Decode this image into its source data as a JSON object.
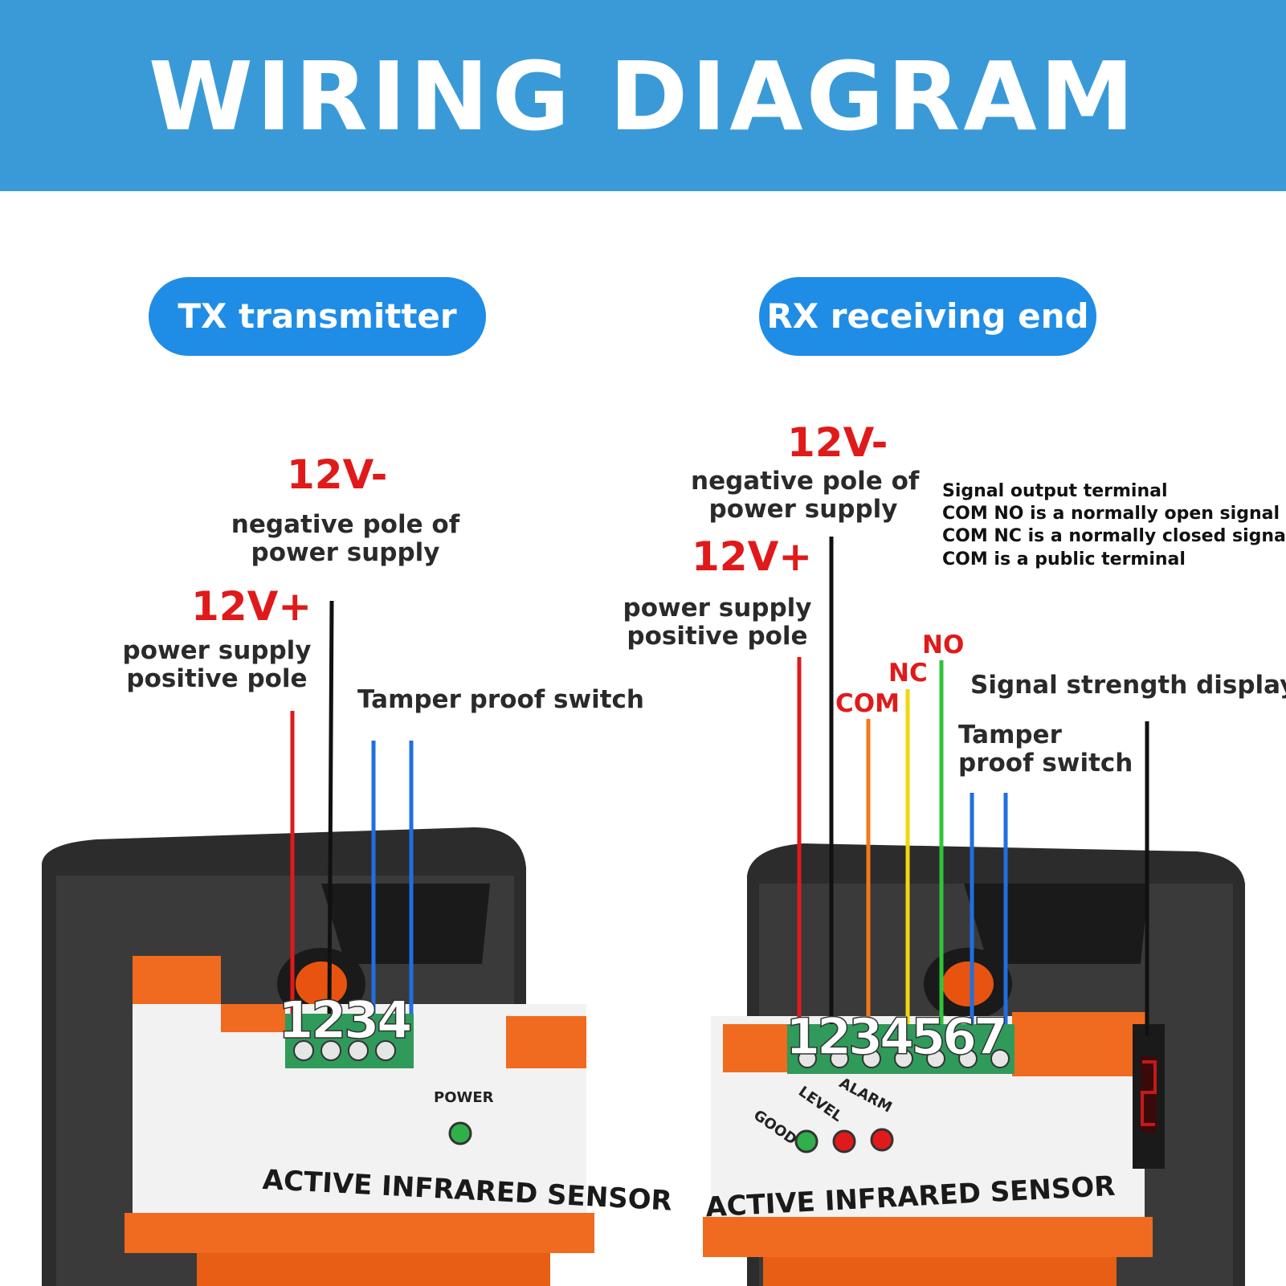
{
  "title": "WIRING DIAGRAM",
  "tx": {
    "badge": "TX transmitter",
    "neg_code": "12V-",
    "neg_desc_1": "negative pole of",
    "neg_desc_2": "power supply",
    "pos_code": "12V+",
    "pos_desc_1": "power supply",
    "pos_desc_2": "positive pole",
    "tamper": "Tamper proof switch",
    "terminals": [
      "1",
      "2",
      "3",
      "4"
    ],
    "led_label": "POWER",
    "sensor_label": "ACTIVE INFRARED SENSOR"
  },
  "rx": {
    "badge": "RX receiving end",
    "neg_code": "12V-",
    "neg_desc_1": "negative pole of",
    "neg_desc_2": "power supply",
    "pos_code": "12V+",
    "pos_desc_1": "power supply",
    "pos_desc_2": "positive pole",
    "signal_notes": [
      "Signal output terminal",
      "COM NO is a normally open signal",
      "COM NC is a normally closed signal",
      "COM is a public terminal"
    ],
    "com": "COM",
    "nc": "NC",
    "no": "NO",
    "signal_strength": "Signal strength display",
    "tamper_1": "Tamper",
    "tamper_2": "proof switch",
    "terminals": [
      "1",
      "2",
      "3",
      "4",
      "5",
      "6",
      "7"
    ],
    "led_labels": [
      "GOOD",
      "LEVEL",
      "ALARM"
    ],
    "sensor_label": "ACTIVE INFRARED SENSOR"
  },
  "wire_colors": {
    "positive": "#e01a1a",
    "negative": "#111111",
    "tamper": "#1f6fe0",
    "com": "#f07a1a",
    "nc": "#f2d60f",
    "no": "#2fc43a",
    "display": "#111111"
  },
  "device_colors": {
    "body": "#2c2c2c",
    "accent": "#f06a1f",
    "panel": "#f2f2f2",
    "terminal_block": "#2f9a5a"
  }
}
